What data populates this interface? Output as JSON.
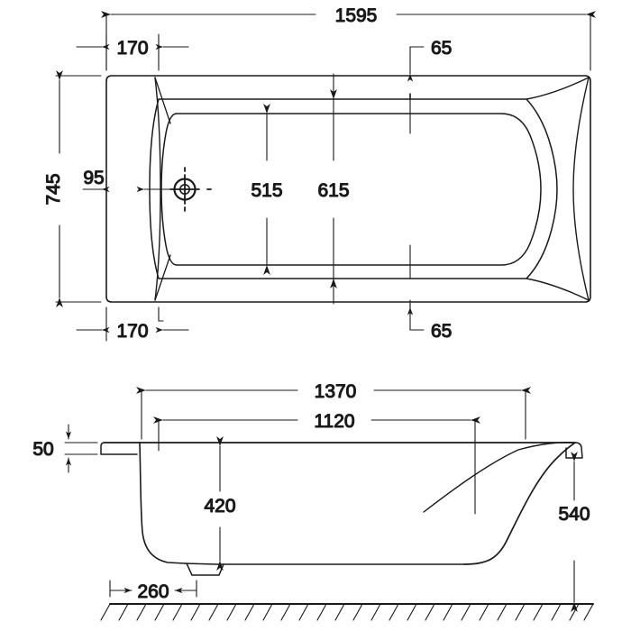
{
  "drawing": {
    "title": "Bath Tub Technical Drawing",
    "units": "mm",
    "line_color": "#1a1a1a",
    "background": "#ffffff"
  },
  "plan_view": {
    "name": "plan-view",
    "dimensions": {
      "overall_length": "1595",
      "overall_width": "745",
      "drain_offset_from_left": "170",
      "rim_offset_bottom_left": "170",
      "drain_offset_from_edge": "95",
      "inner_width_at_drain": "515",
      "inner_width_mid": "615",
      "rim_thickness_top": "65",
      "rim_thickness_bottom": "65"
    }
  },
  "elevation_view": {
    "name": "elevation-view",
    "dimensions": {
      "upper_length": "1370",
      "lower_length": "1120",
      "rim_thickness": "50",
      "internal_depth": "420",
      "overall_height": "540",
      "foot_offset": "260"
    }
  },
  "labels": {
    "d1595": "1595",
    "d745": "745",
    "d170_top": "170",
    "d170_bottom": "170",
    "d95": "95",
    "d515": "515",
    "d615": "615",
    "d65_top": "65",
    "d65_bottom": "65",
    "d1370": "1370",
    "d1120": "1120",
    "d50": "50",
    "d420": "420",
    "d540": "540",
    "d260": "260"
  }
}
